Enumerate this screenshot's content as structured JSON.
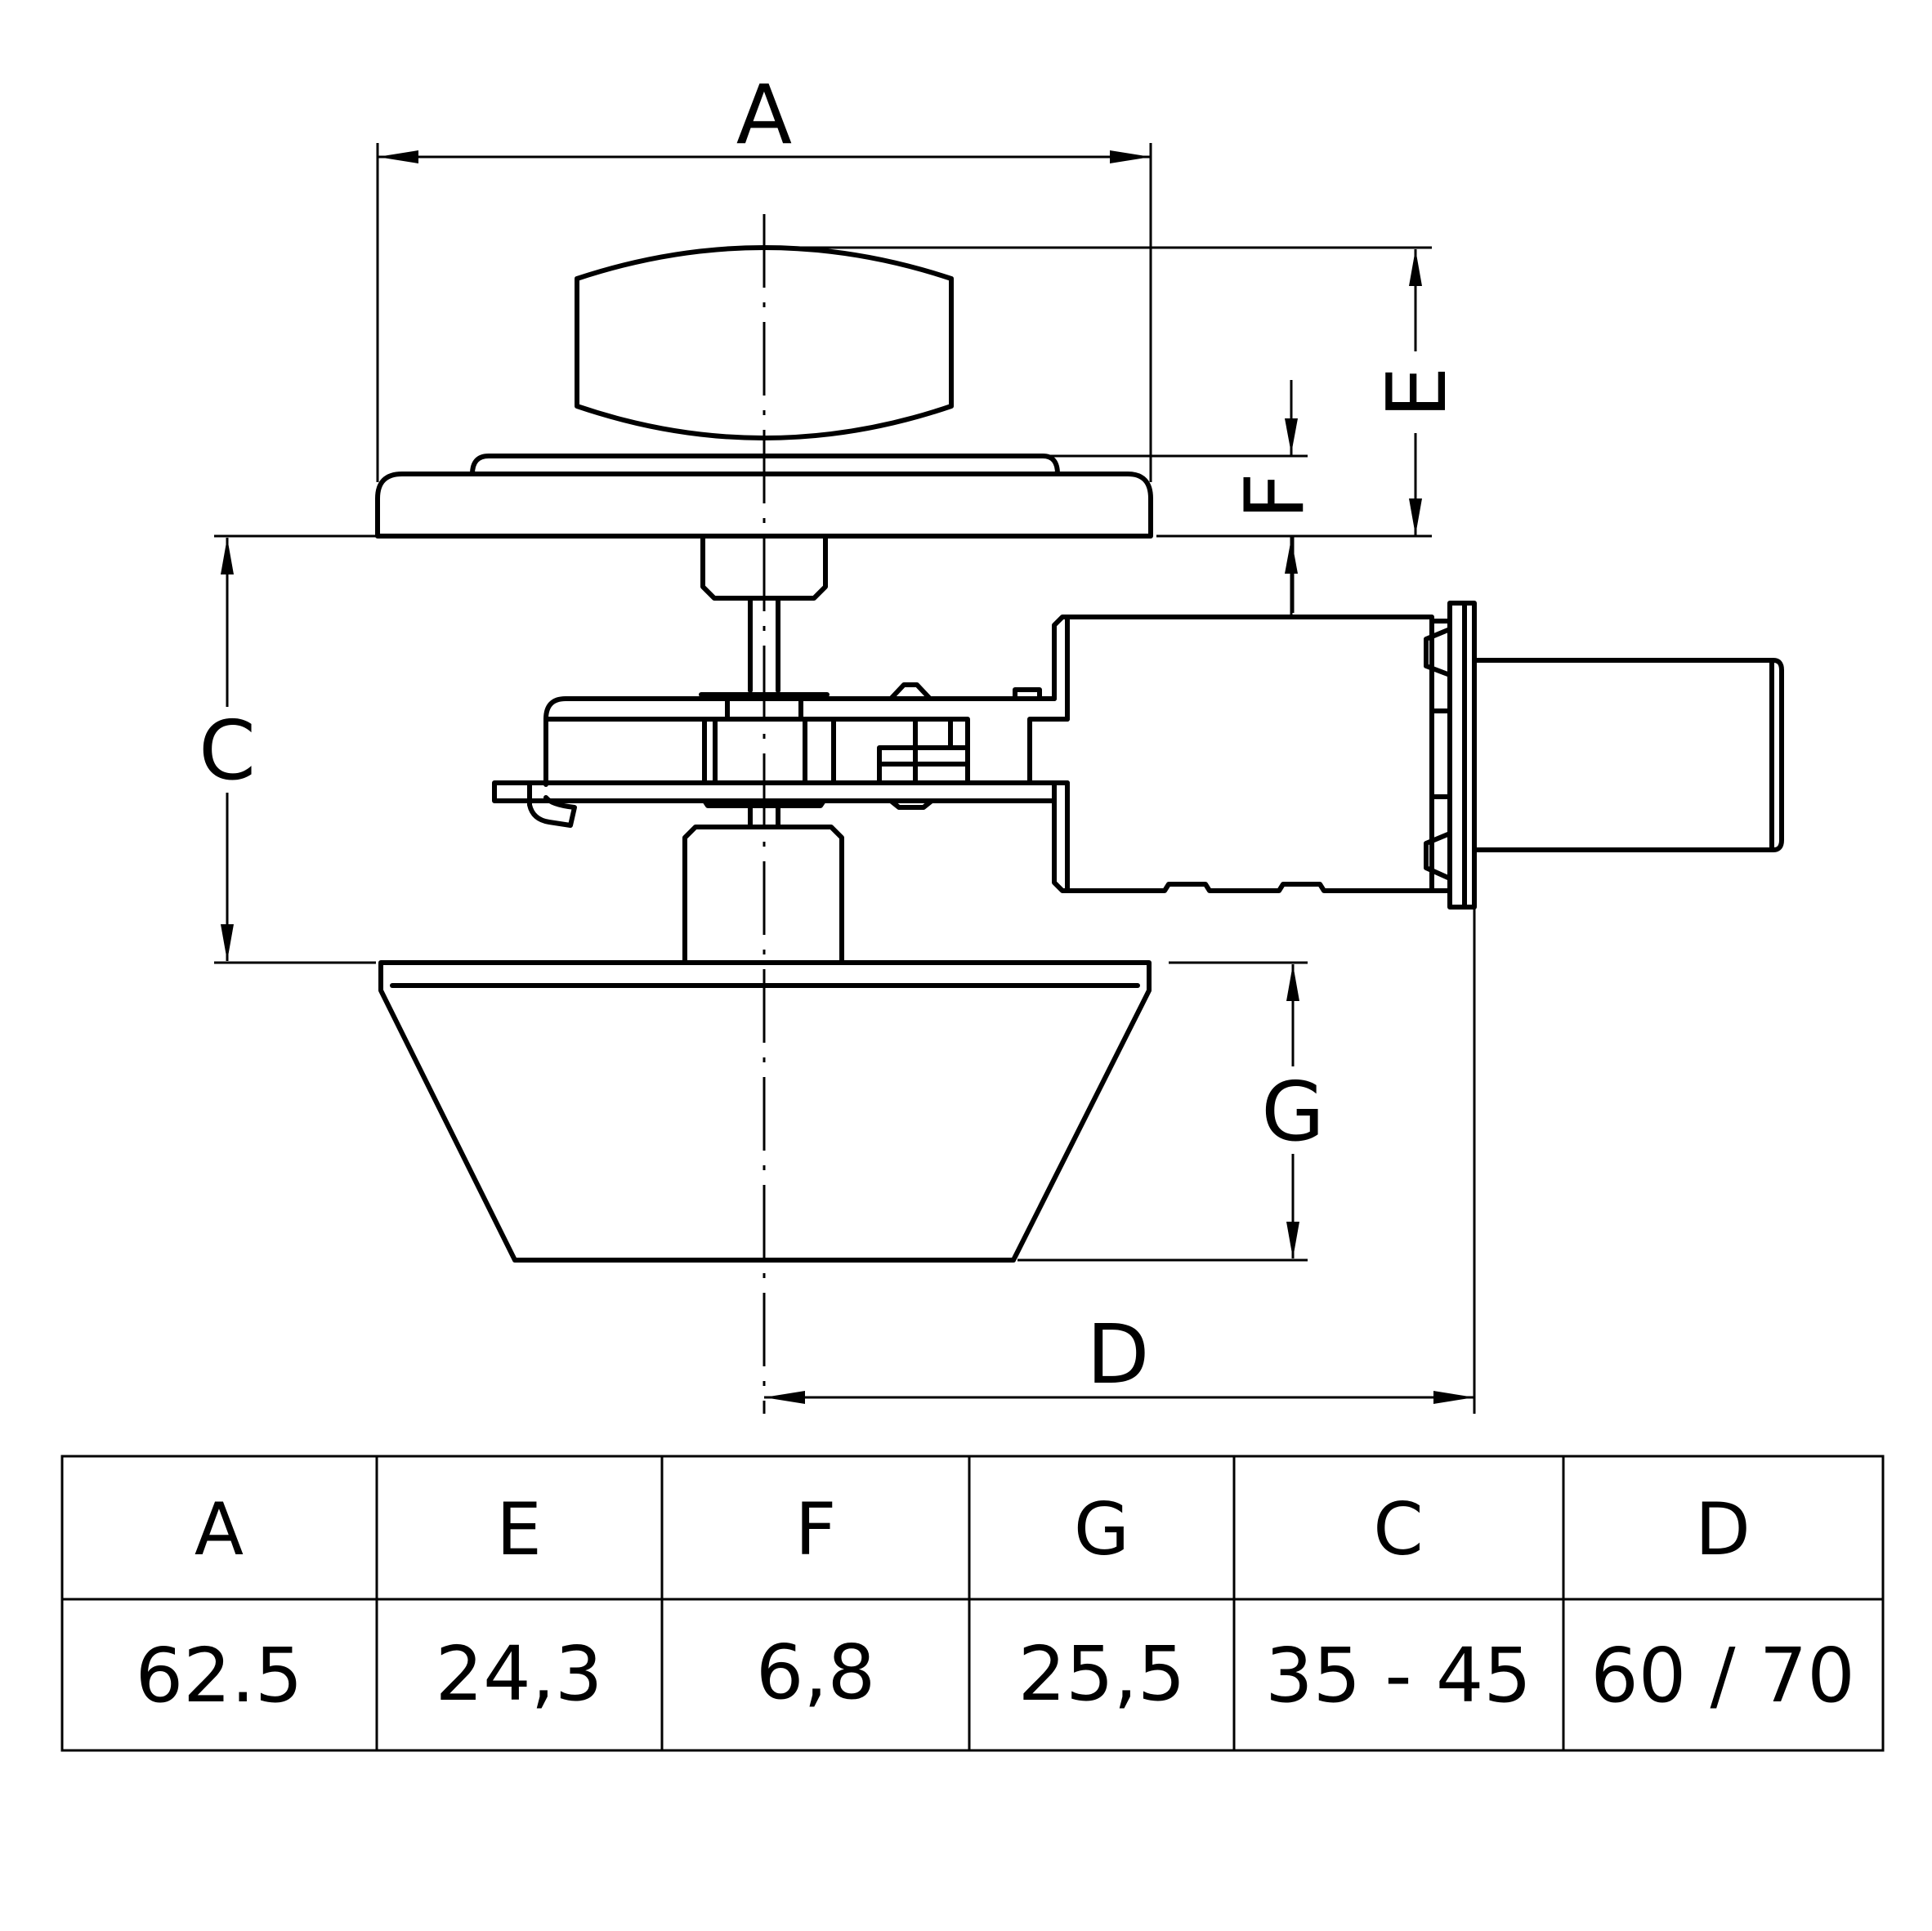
{
  "dimension_labels": {
    "a": "A",
    "e": "E",
    "f": "F",
    "c": "C",
    "g": "G",
    "d": "D"
  },
  "table": {
    "headers": [
      "A",
      "E",
      "F",
      "G",
      "C",
      "D"
    ],
    "values": [
      "62.5",
      "24,3",
      "6,8",
      "25,5",
      "35 - 45",
      "60 / 70"
    ]
  }
}
